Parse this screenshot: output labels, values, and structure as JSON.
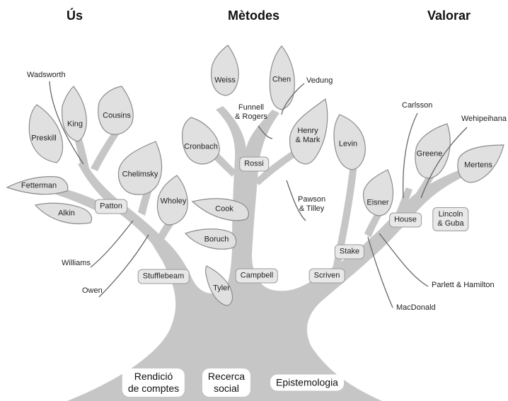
{
  "branches": {
    "left": "Ús",
    "middle": "Mètodes",
    "right": "Valorar"
  },
  "leaves": {
    "preskill": "Preskill",
    "king": "King",
    "cousins": "Cousins",
    "fetterman": "Fetterman",
    "alkin": "Alkin",
    "chelimsky": "Chelimsky",
    "wholey": "Wholey",
    "weiss": "Weiss",
    "chen": "Chen",
    "cronbach": "Cronbach",
    "henry_mark": "Henry\n& Mark",
    "levin": "Levin",
    "cook": "Cook",
    "boruch": "Boruch",
    "tyler": "Tyler",
    "greene": "Greene",
    "mertens": "Mertens",
    "eisner": "Eisner"
  },
  "boxes": {
    "patton": "Patton",
    "stufflebeam": "Stufflebeam",
    "rossi": "Rossi",
    "campbell": "Campbell",
    "stake": "Stake",
    "scriven": "Scriven",
    "house": "House",
    "lincoln_guba": "Lincoln\n& Guba"
  },
  "labels": {
    "wadsworth": "Wadsworth",
    "williams": "Williams",
    "owen": "Owen",
    "funnell_rogers": "Funnell\n& Rogers",
    "vedung": "Vedung",
    "pawson_tilley": "Pawson\n& Tilley",
    "carlsson": "Carlsson",
    "wehipeihana": "Wehipeihana",
    "parlett_hamilton": "Parlett & Hamilton",
    "macdonald": "MacDonald"
  },
  "roots": {
    "accountability": "Rendició\nde comptes",
    "social_inquiry": "Recerca\nsocial",
    "epistemology": "Epistemologia"
  }
}
